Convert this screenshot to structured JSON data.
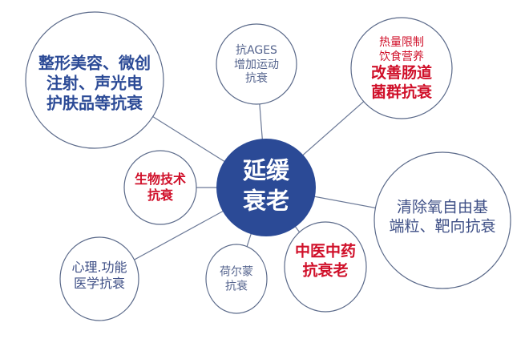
{
  "colors": {
    "primary": "#2b4a96",
    "accent": "#d0102a",
    "stroke": "#5b6a8a"
  },
  "center": {
    "lines": [
      "延缓",
      "衰老"
    ]
  },
  "nodes": {
    "cosmetic": {
      "lines": [
        "整形美容、微创",
        "注射、声光电",
        "护肤品等抗衰"
      ]
    },
    "ages": {
      "lines": [
        "抗AGES",
        "增加运动",
        "抗衰"
      ]
    },
    "gut": {
      "small_lines": [
        "热量限制",
        "饮食营养"
      ],
      "lines": [
        "改善肠道",
        "菌群抗衰"
      ]
    },
    "biotech": {
      "lines": [
        "生物技术",
        "抗衰"
      ]
    },
    "free_radical": {
      "lines": [
        "清除氧自由基",
        "端粒、靶向抗衰"
      ]
    },
    "psych": {
      "lines": [
        "心理.功能",
        "医学抗衰"
      ]
    },
    "hormone": {
      "lines": [
        "荷尔蒙",
        "抗衰"
      ]
    },
    "tcm": {
      "lines": [
        "中医中药",
        "抗衰老"
      ]
    }
  }
}
